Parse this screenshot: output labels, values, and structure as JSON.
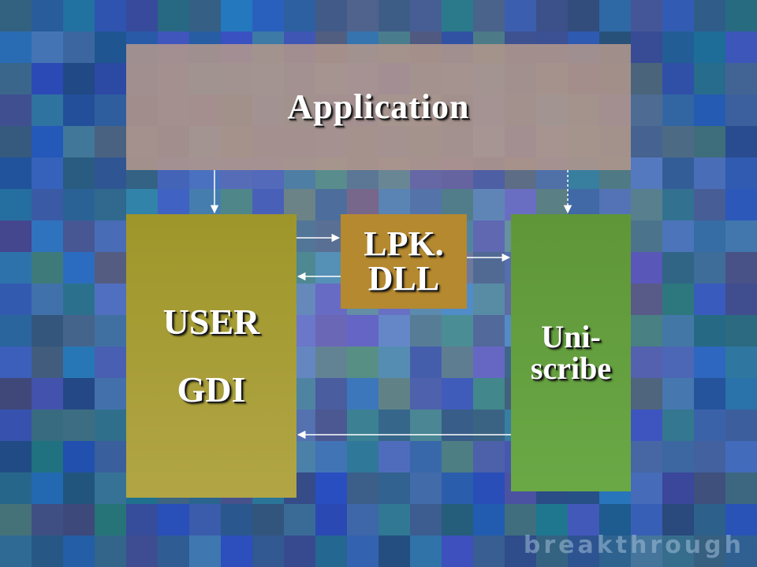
{
  "boxes": {
    "application": {
      "label": "Application"
    },
    "user_gdi": {
      "line1": "USER",
      "line2": "GDI"
    },
    "lpk": {
      "line1": "LPK.",
      "line2": "DLL"
    },
    "uniscribe": {
      "line1": "Uni-",
      "line2": "scribe"
    }
  },
  "branding": {
    "text": "breakthrough"
  },
  "colors": {
    "application": "#b0968c",
    "user_gdi": "#a89d35",
    "lpk": "#b5892f",
    "uniscribe": "#64a040",
    "arrow": "#ffffff",
    "background": "#2d5a8a"
  }
}
